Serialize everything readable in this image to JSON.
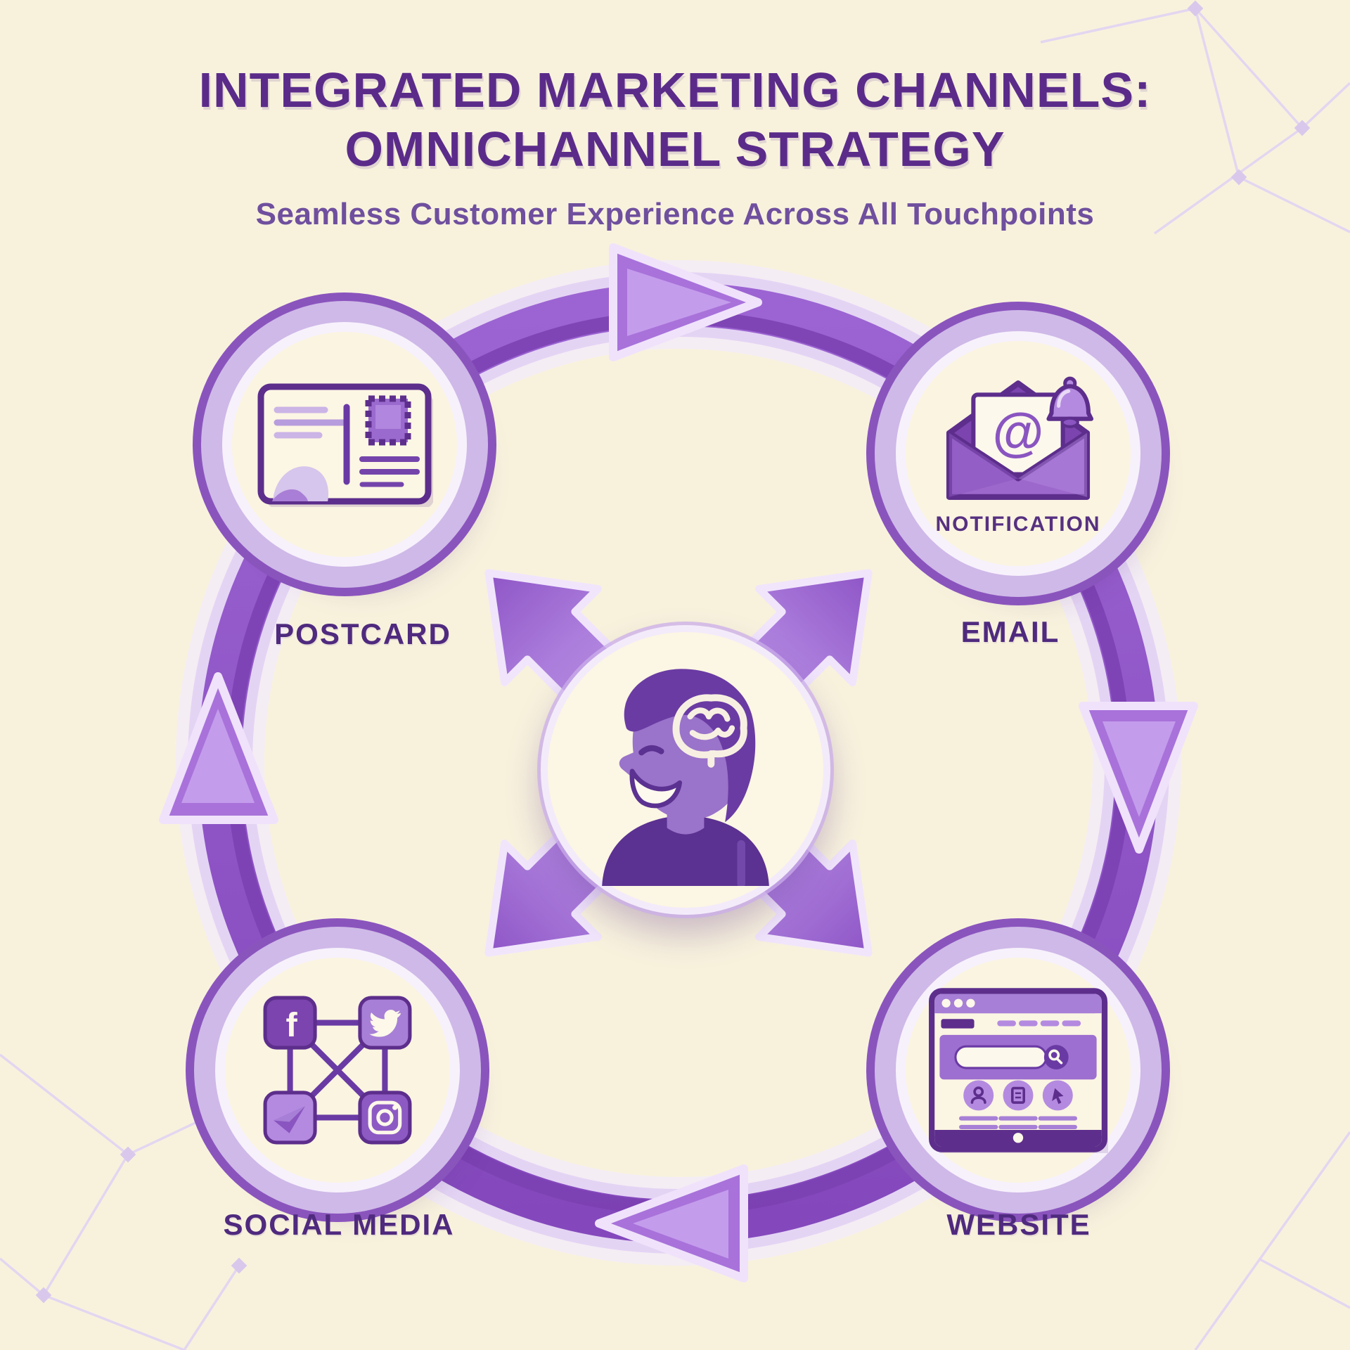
{
  "header": {
    "title_line1": "INTEGRATED MARKETING CHANNELS:",
    "title_line2": "OMNICHANNEL STRATEGY",
    "subtitle": "Seamless Customer Experience Across All Touchpoints"
  },
  "diagram": {
    "type": "circular-flow",
    "flow_direction": "clockwise",
    "center": {
      "icon": "customer-mind-icon",
      "description": "smiling person profile with brain illustration"
    },
    "nodes": [
      {
        "id": "postcard",
        "label": "POSTCARD",
        "icon": "postcard-icon",
        "position": "top-left"
      },
      {
        "id": "email",
        "label": "EMAIL",
        "badge": "NOTIFICATION",
        "icon": "email-notification-icon",
        "position": "top-right"
      },
      {
        "id": "social-media",
        "label": "SOCIAL MEDIA",
        "icon": "social-network-icon",
        "position": "bottom-left"
      },
      {
        "id": "website",
        "label": "WEBSITE",
        "icon": "website-browser-icon",
        "position": "bottom-right"
      }
    ],
    "glyphs": {
      "email_at": "@",
      "facebook_letter": "f"
    }
  },
  "colors": {
    "background": "#f8f2dd",
    "title": "#5b2b8a",
    "subtitle": "#6f4f9e",
    "ring_purple": "#8b52c4",
    "ring_edge": "#e4d4f4",
    "node_ring": "#8a54bd",
    "node_lavender": "#cfb9e8",
    "icon_dark": "#5d2e8c",
    "icon_mid": "#8a55c0",
    "icon_light": "#a77fd6",
    "label": "#4f2a7e"
  }
}
